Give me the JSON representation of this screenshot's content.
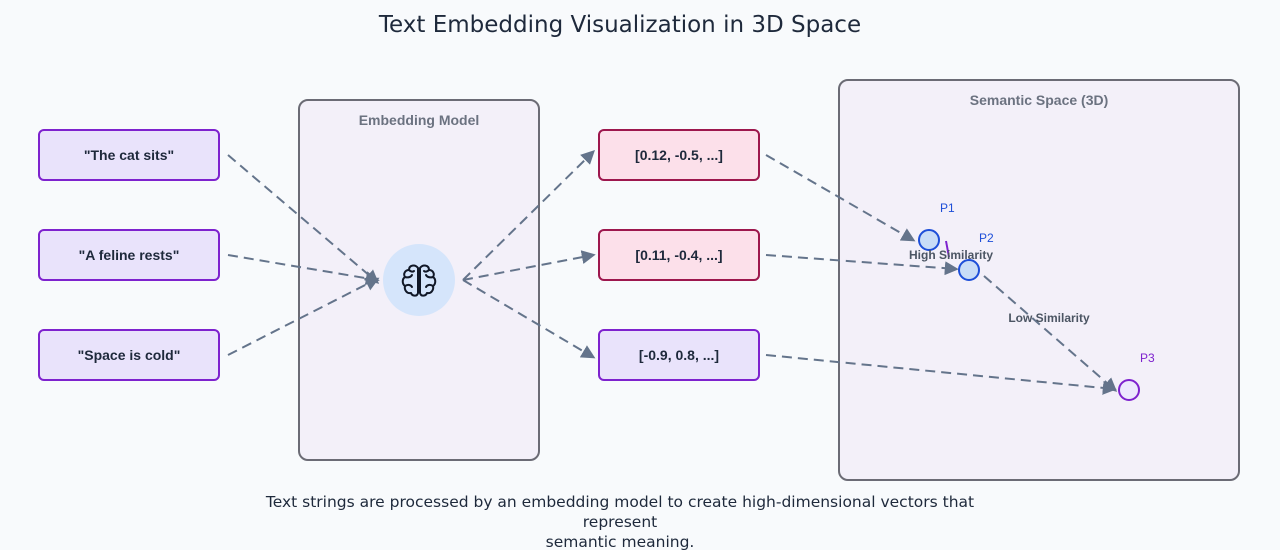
{
  "title": "Text Embedding Visualization in 3D Space",
  "caption_line1": "Text strings are processed by an embedding model to create high-dimensional vectors that represent",
  "caption_line2": "semantic meaning.",
  "model": {
    "label": "Embedding Model",
    "icon": "brain-icon"
  },
  "space": {
    "label": "Semantic Space (3D)"
  },
  "inputs": [
    "\"The cat sits\"",
    "\"A feline rests\"",
    "\"Space is cold\""
  ],
  "vectors": [
    "[0.12, -0.5, ...]",
    "[0.11, -0.4, ...]",
    "[-0.9, 0.8, ...]"
  ],
  "points": [
    "P1",
    "P2",
    "P3"
  ],
  "relations": {
    "high": "High Similarity",
    "low": "Low Similarity"
  },
  "colors": {
    "input_fill": "#e9e3fb",
    "input_border": "#7e22ce",
    "vector_fill": "#fce0ea",
    "vector_border": "#9d174d",
    "point_blue": "#1d4ed8",
    "point_purple": "#7e22ce",
    "arrow": "#64748b"
  }
}
